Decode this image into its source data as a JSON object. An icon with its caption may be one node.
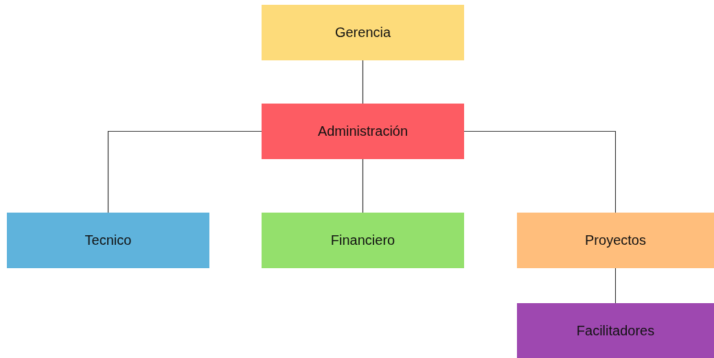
{
  "diagram": {
    "nodes": [
      {
        "text": [
          "Gerencia"
        ]
      },
      {
        "text": [
          "Administración"
        ]
      },
      {
        "text": [
          "Tecnico"
        ]
      },
      {
        "text": [
          "Financiero"
        ]
      },
      {
        "text": [
          "Proyectos"
        ]
      },
      {
        "text": [
          "Facilitadores"
        ]
      }
    ],
    "edges": [
      {
        "from": 0,
        "to": 1,
        "arrow": "none"
      },
      {
        "from": 1,
        "to": 2,
        "arrow": "none"
      },
      {
        "from": 1,
        "to": 3,
        "arrow": "none"
      },
      {
        "from": 1,
        "to": 4,
        "arrow": "none"
      },
      {
        "from": 4,
        "to": 5,
        "arrow": "none"
      }
    ]
  }
}
